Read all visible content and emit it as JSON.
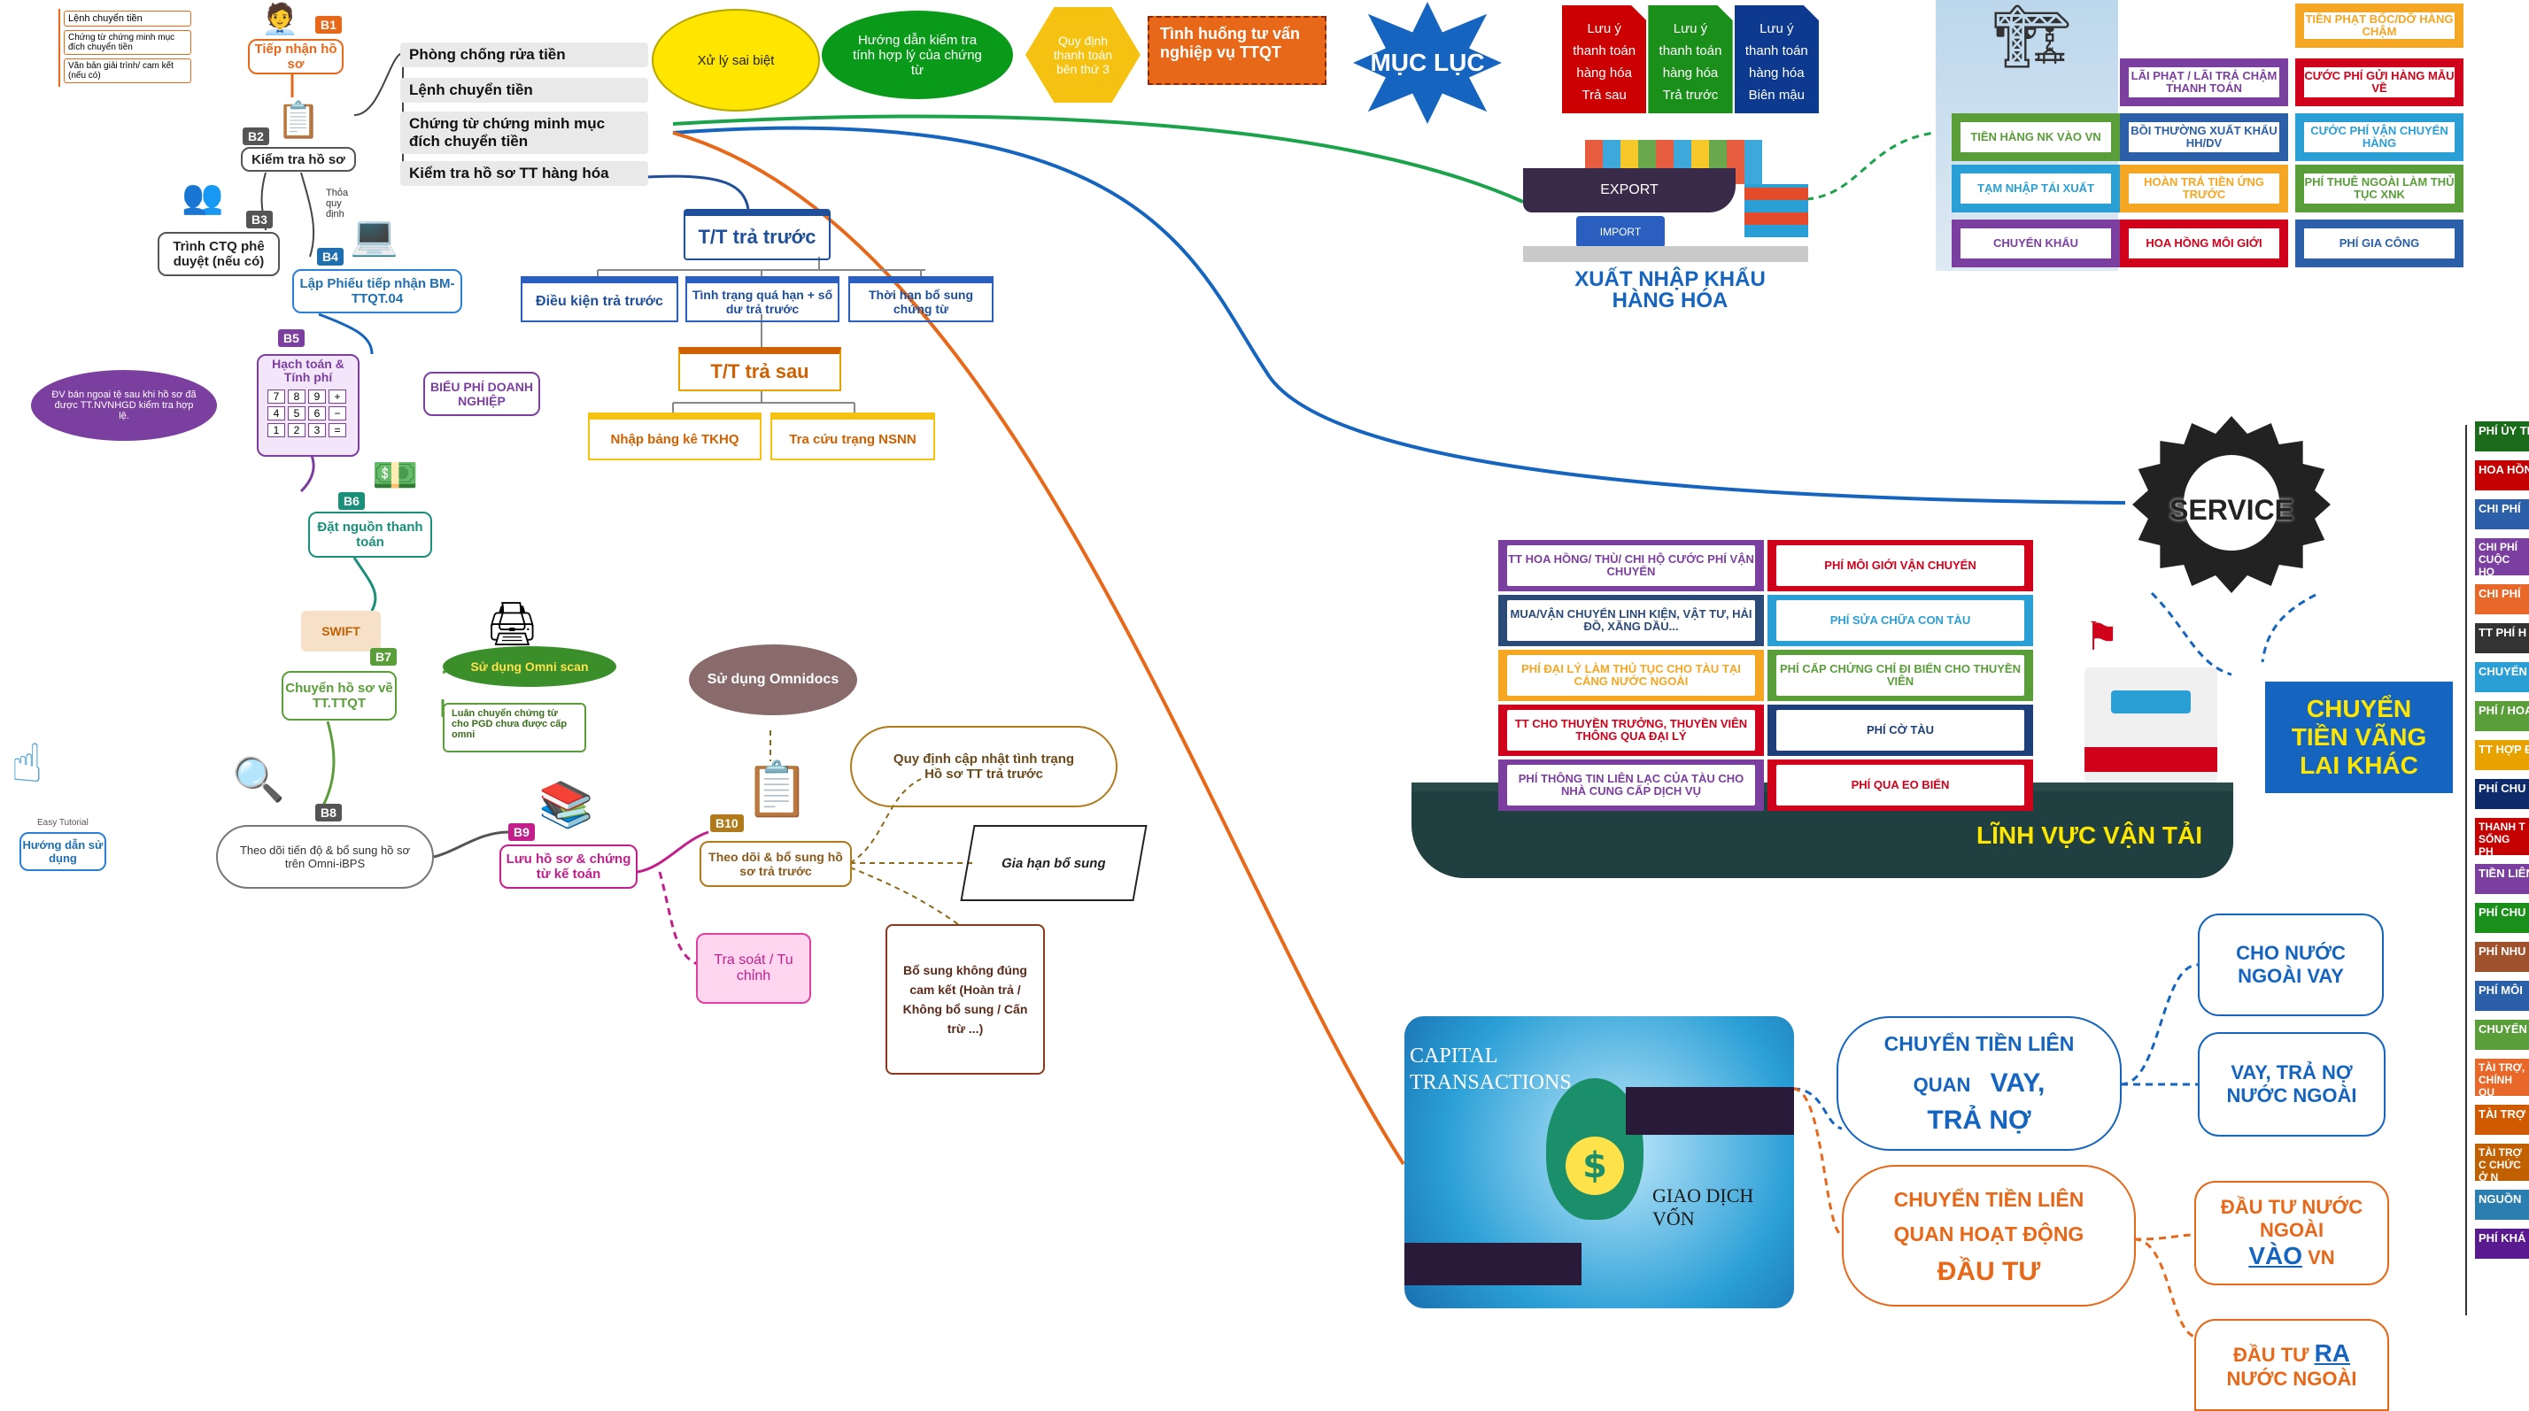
{
  "process": {
    "receive_docs": {
      "badge": "B1",
      "label": "Tiếp nhận hồ sơ",
      "docs": [
        "Lệnh chuyển tiền",
        "Chứng từ chứng minh mục đích chuyển tiền",
        "Văn bản giải trình/ cam kết (nếu có)"
      ]
    },
    "check_docs": {
      "badge": "B2",
      "label": "Kiểm tra hồ sơ",
      "checks": [
        "Phòng chống rửa tiền",
        "Lệnh chuyển tiền",
        "Chứng từ chứng minh mục đích chuyển tiền",
        "Kiểm tra hồ sơ TT hàng hóa"
      ]
    },
    "approval": {
      "badge": "B3",
      "label": "Trình CTQ phê duyệt (nếu có)",
      "note": "Thỏa quy định"
    },
    "form": {
      "badge": "B4",
      "label": "Lập Phiếu tiếp nhận BM-TTQT.04"
    },
    "fee": {
      "badge": "B5",
      "label": "Hạch toán & Tính phí",
      "fee_tag": "BIỂU PHÍ DOANH NGHIỆP",
      "cloud": "ĐV bán ngoại tệ sau khi hồ sơ đã được TT.NVNHGD kiểm tra hợp lệ.",
      "keys": [
        "7",
        "8",
        "9",
        "+",
        "4",
        "5",
        "6",
        "−",
        "1",
        "2",
        "3",
        "="
      ]
    },
    "funding": {
      "badge": "B6",
      "label": "Đặt nguồn thanh toán"
    },
    "transfer": {
      "badge": "B7",
      "label": "Chuyển hồ sơ về TT.TTQT",
      "swift": "SWIFT",
      "omni_scan": "Sử dụng Omni scan",
      "rotate": "Luân chuyển chứng từ cho PGD chưa được cấp omni"
    },
    "tracking": {
      "badge": "B8",
      "label": "Theo dõi tiến độ & bổ sung hồ sơ trên Omni-iBPS"
    },
    "archive": {
      "badge": "B9",
      "label": "Lưu hồ sơ & chứng từ kế toán"
    },
    "followup": {
      "badge": "B10",
      "label": "Theo dõi & bổ sung hồ sơ trả trước",
      "omnidocs": "Sử dụng Omnidocs"
    },
    "guide": {
      "caption": "Easy Tutorial",
      "label": "Hướng dẫn sử dụng"
    },
    "tra_soat": "Tra soát / Tu chỉnh",
    "rules": "Quy định cập nhật tình trạng Hồ sơ TT trả trước",
    "extension": "Gia hạn bổ sung",
    "scroll": "Bổ sung không đúng cam kết (Hoàn trả / Không bổ sung / Cấn trừ ...)"
  },
  "header": {
    "exception": "Xử lý sai biệt",
    "guide_cloud": "Hướng dẫn kiểm tra tính hợp lý của chứng từ",
    "third_party": "Quy định thanh toán bên thứ 3",
    "consult": "Tình huống tư vấn nghiệp vụ TTQT",
    "toc": "MỤC LỤC",
    "notes": [
      {
        "lines": [
          "Lưu ý",
          "thanh toán",
          "hàng hóa",
          "Trả sau"
        ],
        "color": "#cc0000"
      },
      {
        "lines": [
          "Lưu ý",
          "thanh toán",
          "hàng hóa",
          "Trả trước"
        ],
        "color": "#1a8f1a"
      },
      {
        "lines": [
          "Lưu ý",
          "thanh toán",
          "hàng hóa",
          "Biên mậu"
        ],
        "color": "#0d3a8f"
      }
    ]
  },
  "prepay": {
    "title": "T/T trả trước",
    "items": [
      "Điều kiện trả trước",
      "Tình trạng quá hạn + số dư trả trước",
      "Thời hạn bổ sung chứng từ"
    ]
  },
  "postpay": {
    "title": "T/T trả sau",
    "items": [
      "Nhập bảng kê TKHQ",
      "Tra cứu trạng NSNN"
    ]
  },
  "trade": {
    "title": "XUẤT NHẬP KHẨU HÀNG HÓA",
    "export_label": "EXPORT",
    "import_label": "IMPORT",
    "tiles": [
      {
        "text": "TIỀN PHẠT BỐC/DỠ HÀNG CHẬM",
        "color": "#f5a623"
      },
      {
        "text": "LÃI PHẠT / LÃI TRẢ CHẬM THANH TOÁN",
        "color": "#7b3fa0"
      },
      {
        "text": "CƯỚC PHÍ GỬI HÀNG MẪU VỀ",
        "color": "#d0021b"
      },
      {
        "text": "TIỀN HÀNG NK VÀO VN",
        "color": "#5a9e3a"
      },
      {
        "text": "BỒI THƯỜNG XUẤT KHẨU HH/DV",
        "color": "#2b5fa8"
      },
      {
        "text": "CƯỚC PHÍ VẬN CHUYỂN HÀNG",
        "color": "#2a9fd6"
      },
      {
        "text": "TẠM NHẬP TÁI XUẤT",
        "color": "#2a9fd6"
      },
      {
        "text": "HOÀN TRẢ TIỀN ỨNG TRƯỚC",
        "color": "#f5a623"
      },
      {
        "text": "PHÍ THUÊ NGOÀI LÀM THỦ TỤC XNK",
        "color": "#5a9e3a"
      },
      {
        "text": "CHUYỂN KHẨU",
        "color": "#7b3fa0"
      },
      {
        "text": "HOA HỒNG MÔI GIỚI",
        "color": "#d0021b"
      },
      {
        "text": "PHÍ GIA CÔNG",
        "color": "#2b5fa8"
      }
    ]
  },
  "service": {
    "gear_label": "SERVICE",
    "box": "CHUYỂN TIỀN VÃNG LAI KHÁC",
    "sidebar": [
      {
        "text": "PHÍ ỦY TH",
        "color": "#1a6b1a"
      },
      {
        "text": "HOA HỒN",
        "color": "#c40000"
      },
      {
        "text": "CHI PHÍ",
        "color": "#2b5fa8"
      },
      {
        "text": "CHI PHÍ CUỘC HỌ",
        "color": "#7b3fa0"
      },
      {
        "text": "CHI PHÍ",
        "color": "#e8682a"
      },
      {
        "text": "TT PHÍ H",
        "color": "#333333"
      },
      {
        "text": "CHUYỂN",
        "color": "#2a9fd6"
      },
      {
        "text": "PHÍ / HOA",
        "color": "#5a9e3a"
      },
      {
        "text": "TT HỢP Đ",
        "color": "#e8a200"
      },
      {
        "text": "PHÍ CHU",
        "color": "#0d2a6b"
      },
      {
        "text": "THANH T SỐNG PH",
        "color": "#c40000"
      },
      {
        "text": "TIỀN LIÊN",
        "color": "#7b3fa0"
      },
      {
        "text": "PHÍ CHU",
        "color": "#1a8f1a"
      },
      {
        "text": "PHÍ NHU",
        "color": "#a0522d"
      },
      {
        "text": "PHÍ MÔI",
        "color": "#2b5fa8"
      },
      {
        "text": "CHUYỂN",
        "color": "#5a9e3a"
      },
      {
        "text": "TÀI TRỢ, CHÍNH QU",
        "color": "#e8682a"
      },
      {
        "text": "TÀI TRỢ",
        "color": "#d05a00"
      },
      {
        "text": "TÀI TRỢ C CHỨC Ở N",
        "color": "#c06000"
      },
      {
        "text": "NGUỒN",
        "color": "#2a7fb0"
      },
      {
        "text": "PHÍ KHÁ",
        "color": "#5a1a8f"
      }
    ]
  },
  "transport": {
    "title": "LĨNH VỰC VẬN TẢI",
    "containers": [
      {
        "text": "TT HOA HỒNG/ THÙ/ CHI HỘ CƯỚC PHÍ VẬN CHUYỂN",
        "color": "#7b3fa0"
      },
      {
        "text": "PHÍ MÔI GIỚI VẬN CHUYỂN",
        "color": "#d0021b"
      },
      {
        "text": "MUA/VẬN CHUYỂN LINH KIỆN, VẬT TƯ, HẢI ĐỒ, XĂNG DẦU...",
        "color": "#2b4a78"
      },
      {
        "text": "PHÍ SỬA CHỮA CON TÀU",
        "color": "#2a9fd6"
      },
      {
        "text": "PHÍ ĐẠI LÝ LÀM THỦ TỤC CHO TÀU TẠI CẢNG NƯỚC NGOÀI",
        "color": "#f5a623"
      },
      {
        "text": "PHÍ CẤP CHỨNG CHỈ ĐI BIỂN CHO THUYỀN VIÊN",
        "color": "#5a9e3a"
      },
      {
        "text": "TT CHO THUYỀN TRƯỞNG, THUYỀN VIÊN THÔNG QUA ĐẠI LÝ",
        "color": "#d0021b"
      },
      {
        "text": "PHÍ CỜ TÀU",
        "color": "#1f3f7a"
      },
      {
        "text": "PHÍ THÔNG TIN LIÊN LẠC CỦA TÀU CHO NHÀ CUNG CẤP DỊCH VỤ",
        "color": "#7b3fa0"
      },
      {
        "text": "PHÍ QUA EO BIỂN",
        "color": "#d0021b"
      }
    ]
  },
  "capital": {
    "image_title": "CAPITAL TRANSACTIONS",
    "image_caption": "GIAO DỊCH VỐN",
    "debt": {
      "line1": "CHUYỂN TIỀN LIÊN",
      "line2a": "QUAN",
      "line2b": "VAY,",
      "line3": "TRẢ NỢ"
    },
    "debt_children": [
      "CHO NƯỚC NGOÀI VAY",
      "VAY, TRẢ NỢ NƯỚC NGOÀI"
    ],
    "invest": {
      "line1": "CHUYỂN TIỀN LIÊN",
      "line2": "QUAN HOẠT ĐỘNG",
      "line3": "ĐẦU TƯ"
    },
    "invest_in": {
      "pre": "ĐẦU TƯ NƯỚC NGOÀI",
      "em": "VÀO",
      "post": "VN"
    },
    "invest_out": {
      "pre": "ĐẦU TƯ",
      "em": "RA",
      "post": "NƯỚC NGOÀI"
    }
  }
}
